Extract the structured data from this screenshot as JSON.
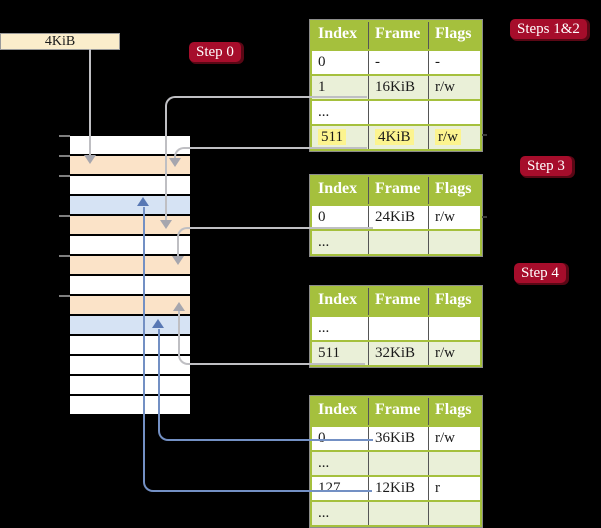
{
  "frame_size_label": "4KiB",
  "step_labels": {
    "step0": "Step 0",
    "steps12": "Steps 1&2",
    "step3": "Step 3",
    "step4": "Step 4"
  },
  "colors": {
    "background": "#000000",
    "step_badge_red": "#A60D2B",
    "table_border_green": "#A5C03D",
    "table_header_green": "#A5C03D",
    "table_row_shaded_green": "#EAF0D8",
    "table_row_white": "#FFFFFF",
    "highlight_yellow": "#FCF48F",
    "memory_frame_peach": "#FBE3C8",
    "memory_frame_blue": "#D6E3F4",
    "memory_frame_white": "#FFFFFF",
    "frame_label_bg": "#FBEDCB",
    "arrow_gray": "#BFBFC3",
    "arrow_blue": "#7390C4"
  },
  "memory_column": {
    "rows": [
      {
        "fill": "white"
      },
      {
        "fill": "peach"
      },
      {
        "fill": "white"
      },
      {
        "fill": "blue"
      },
      {
        "fill": "peach"
      },
      {
        "fill": "white"
      },
      {
        "fill": "peach"
      },
      {
        "fill": "white"
      },
      {
        "fill": "peach"
      },
      {
        "fill": "blue"
      },
      {
        "fill": "white"
      },
      {
        "fill": "white"
      },
      {
        "fill": "white"
      },
      {
        "fill": "white"
      }
    ]
  },
  "tables": [
    {
      "name": "page-table-steps-1-2",
      "headers": [
        "Index",
        "Frame",
        "Flags"
      ],
      "rows": [
        {
          "cells": [
            "0",
            "-",
            "-"
          ],
          "shaded": false,
          "highlighted": false
        },
        {
          "cells": [
            "1",
            "16KiB",
            "r/w"
          ],
          "shaded": true,
          "highlighted": false
        },
        {
          "cells": [
            "...",
            "",
            ""
          ],
          "shaded": false,
          "highlighted": false
        },
        {
          "cells": [
            "511",
            "4KiB",
            "r/w"
          ],
          "shaded": true,
          "highlighted": true
        }
      ]
    },
    {
      "name": "page-table-step-3",
      "headers": [
        "Index",
        "Frame",
        "Flags"
      ],
      "rows": [
        {
          "cells": [
            "0",
            "24KiB",
            "r/w"
          ],
          "shaded": false,
          "highlighted": false
        },
        {
          "cells": [
            "...",
            "",
            ""
          ],
          "shaded": true,
          "highlighted": false
        }
      ]
    },
    {
      "name": "page-table-step-4-upper",
      "headers": [
        "Index",
        "Frame",
        "Flags"
      ],
      "rows": [
        {
          "cells": [
            "...",
            "",
            ""
          ],
          "shaded": false,
          "highlighted": false
        },
        {
          "cells": [
            "511",
            "32KiB",
            "r/w"
          ],
          "shaded": true,
          "highlighted": false
        }
      ]
    },
    {
      "name": "page-table-step-4-lower",
      "headers": [
        "Index",
        "Frame",
        "Flags"
      ],
      "rows": [
        {
          "cells": [
            "0",
            "36KiB",
            "r/w"
          ],
          "shaded": false,
          "highlighted": false
        },
        {
          "cells": [
            "...",
            "",
            ""
          ],
          "shaded": true,
          "highlighted": false
        },
        {
          "cells": [
            "127",
            "12KiB",
            "r"
          ],
          "shaded": false,
          "highlighted": false
        },
        {
          "cells": [
            "...",
            "",
            ""
          ],
          "shaded": true,
          "highlighted": false
        }
      ]
    }
  ]
}
